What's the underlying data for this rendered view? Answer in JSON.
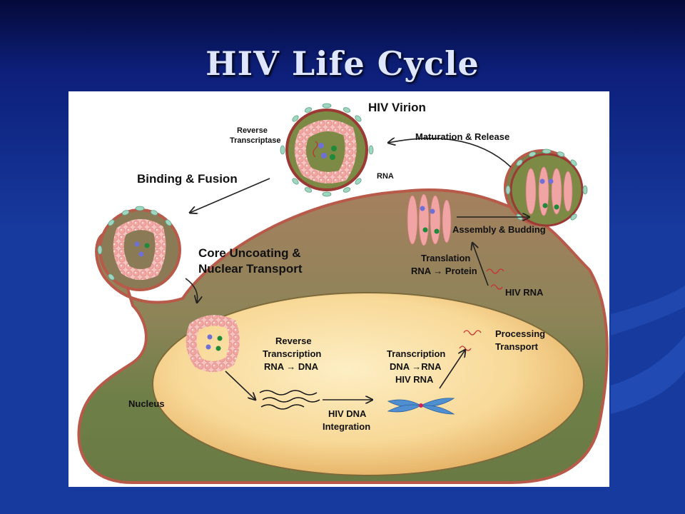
{
  "slide": {
    "title": "HIV Life Cycle"
  },
  "diagram": {
    "labels": {
      "hiv_virion": "HIV Virion",
      "reverse_transcriptase": "Reverse\nTranscriptase",
      "rna": "RNA",
      "maturation_release": "Maturation & Release",
      "binding_fusion": "Binding & Fusion",
      "core_uncoating": "Core Uncoating &\nNuclear Transport",
      "assembly_budding": "Assembly & Budding",
      "translation": "Translation\nRNA → Protein",
      "hiv_rna_cytoplasm": "HIV RNA",
      "processing_transport": "Processing\nTransport",
      "reverse_transcription": "Reverse\nTranscription\nRNA → DNA",
      "transcription": "Transcription\nDNA →RNA\nHIV RNA",
      "nucleus": "Nucleus",
      "integration": "HIV DNA\nIntegration"
    },
    "colors": {
      "cell": "#6f7f48",
      "cytoplasm_upper": "#a07a5a",
      "nucleus_inner": "#fde7b0",
      "nucleus_outer": "#e7b566",
      "capsid": "#f0a4a4",
      "virion_body": "#7d8a45",
      "virion_ring": "#9b3a34",
      "spikes": "#9fd6c0"
    }
  }
}
